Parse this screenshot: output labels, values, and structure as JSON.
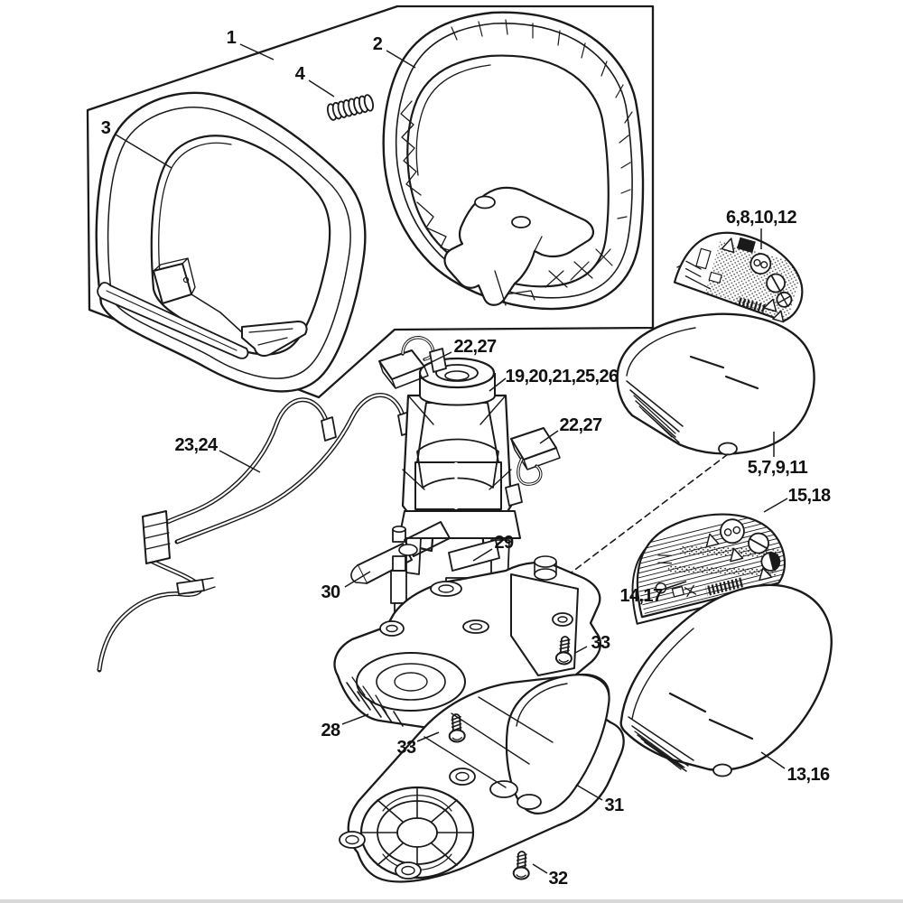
{
  "diagram": {
    "type": "exploded-parts-diagram",
    "background_color": "#ffffff",
    "line_color": "#1a1a1a",
    "footer_strip_color": "#d8d8d8"
  },
  "callouts": [
    {
      "text": "1"
    },
    {
      "text": "2"
    },
    {
      "text": "3"
    },
    {
      "text": "4"
    },
    {
      "text": "6,8,10,12"
    },
    {
      "text": "22,27"
    },
    {
      "text": "19,20,21,25,26"
    },
    {
      "text": "22,27"
    },
    {
      "text": "23,24"
    },
    {
      "text": "5,7,9,11"
    },
    {
      "text": "15,18"
    },
    {
      "text": "29"
    },
    {
      "text": "30"
    },
    {
      "text": "14,17"
    },
    {
      "text": "33"
    },
    {
      "text": "28"
    },
    {
      "text": "33"
    },
    {
      "text": "13,16"
    },
    {
      "text": "31"
    },
    {
      "text": "32"
    }
  ],
  "icons": {
    "sticker_symbols": [
      "warning-triangle",
      "eye-protection-circle",
      "prohibition-circle",
      "barcode"
    ]
  }
}
